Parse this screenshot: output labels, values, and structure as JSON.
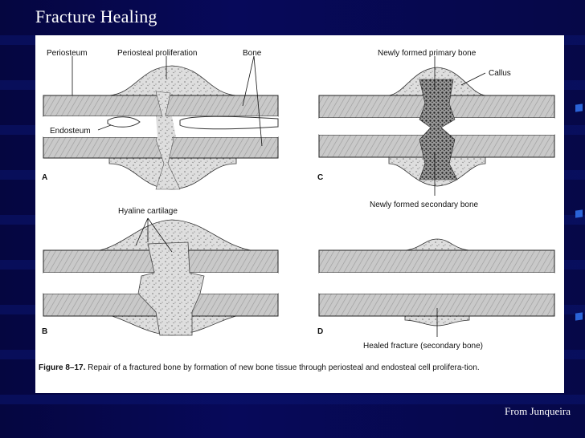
{
  "slide": {
    "title": "Fracture Healing",
    "credit": "From Junqueira"
  },
  "figure": {
    "labels": {
      "periosteum": "Periosteum",
      "periosteal_proliferation": "Periosteal proliferation",
      "bone": "Bone",
      "endosteum": "Endosteum",
      "hyaline_cartilage": "Hyaline cartilage",
      "newly_formed_primary_bone": "Newly formed primary bone",
      "callus": "Callus",
      "newly_formed_secondary_bone": "Newly formed secondary bone",
      "healed_fracture": "Healed fracture (secondary bone)"
    },
    "panels": [
      "A",
      "B",
      "C",
      "D"
    ],
    "caption_label": "Figure 8–17.",
    "caption_text": "Repair of a fractured bone by formation of new bone tissue through periosteal and endosteal cell prolifera-tion."
  },
  "colors": {
    "background": "#06084a",
    "bone_fill": "#c8c8c8",
    "callus_fill": "#d8d8d8",
    "text": "#ffffff"
  }
}
